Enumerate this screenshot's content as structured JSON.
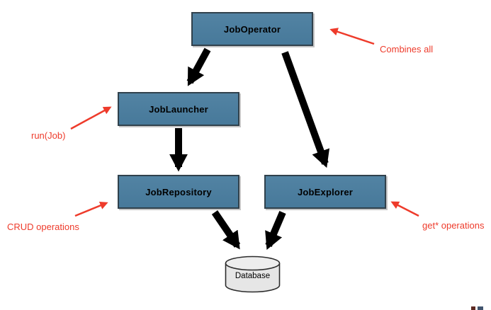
{
  "diagram": {
    "type": "architecture-diagram",
    "nodes": [
      {
        "id": "jobOperator",
        "label": "JobOperator",
        "shape": "rect"
      },
      {
        "id": "jobLauncher",
        "label": "JobLauncher",
        "shape": "rect"
      },
      {
        "id": "jobRepository",
        "label": "JobRepository",
        "shape": "rect"
      },
      {
        "id": "jobExplorer",
        "label": "JobExplorer",
        "shape": "rect"
      },
      {
        "id": "database",
        "label": "Database",
        "shape": "cylinder"
      }
    ],
    "edges": [
      {
        "from": "jobOperator",
        "to": "jobLauncher"
      },
      {
        "from": "jobOperator",
        "to": "jobExplorer"
      },
      {
        "from": "jobLauncher",
        "to": "jobRepository"
      },
      {
        "from": "jobRepository",
        "to": "database"
      },
      {
        "from": "jobExplorer",
        "to": "database"
      }
    ],
    "annotations": [
      {
        "id": "combines-all",
        "text": "Combines all",
        "target": "jobOperator"
      },
      {
        "id": "run-job",
        "text": "run(Job)",
        "target": "jobLauncher"
      },
      {
        "id": "crud-operations",
        "text": "CRUD operations",
        "target": "jobRepository"
      },
      {
        "id": "get-operations",
        "text": "get* operations",
        "target": "jobExplorer"
      }
    ],
    "colors": {
      "node_fill": "#4a7d9e",
      "node_border": "#30414c",
      "annotation_red": "#ee3b2b",
      "edge_black": "#000000",
      "cylinder_fill": "#e6e6e6",
      "background": "#ffffff"
    }
  }
}
